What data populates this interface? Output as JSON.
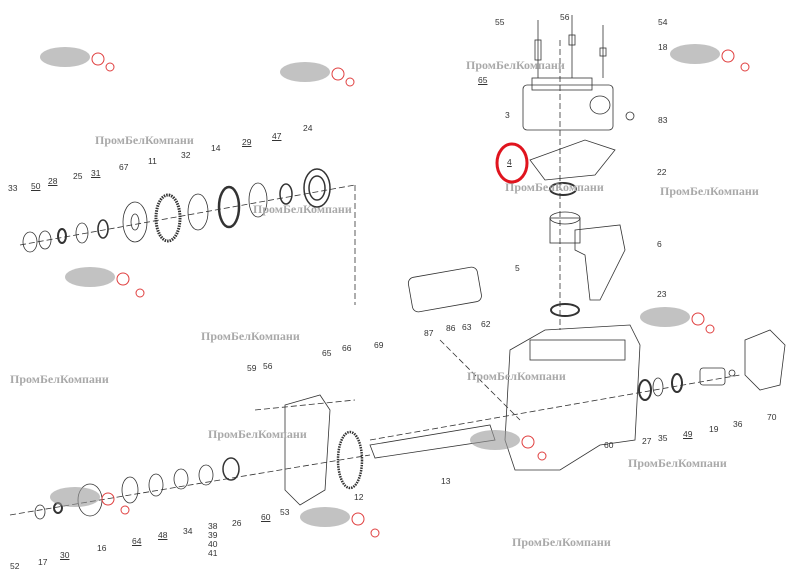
{
  "watermark_text": "ПромБелКомпани",
  "highlight_color": "#e0141e",
  "highlighted_part": "4",
  "part_labels": [
    "55",
    "56",
    "54",
    "18",
    "65",
    "3",
    "83",
    "4",
    "22",
    "6",
    "5",
    "23",
    "33",
    "50",
    "28",
    "25",
    "31",
    "67",
    "11",
    "32",
    "14",
    "29",
    "47",
    "24",
    "69",
    "87",
    "86",
    "63",
    "62",
    "59",
    "56",
    "65",
    "66",
    "52",
    "17",
    "30",
    "16",
    "64",
    "48",
    "34",
    "38",
    "39",
    "40",
    "41",
    "26",
    "60",
    "53",
    "12",
    "13",
    "60",
    "27",
    "35",
    "49",
    "19",
    "36",
    "70"
  ]
}
